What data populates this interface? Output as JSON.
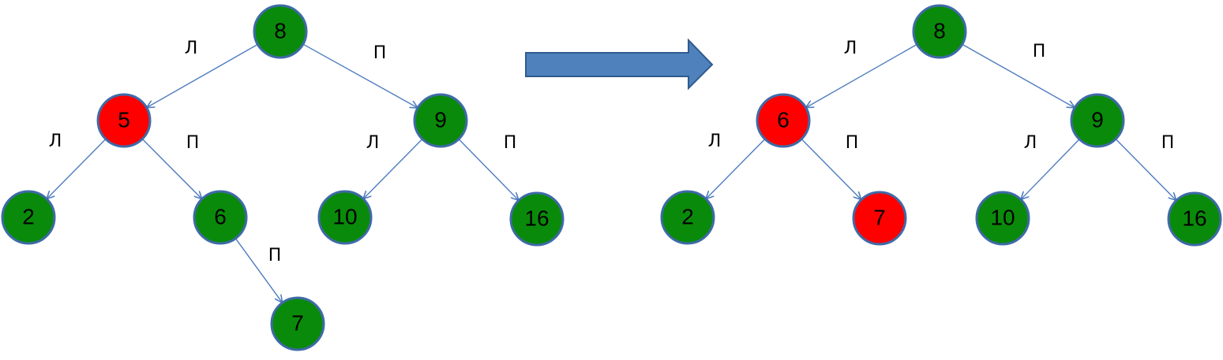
{
  "colors": {
    "normal_node": "#0A8A0A",
    "highlight_node": "#FF0000",
    "node_stroke": "#3F6AA8",
    "edge": "#4F7CBF",
    "arrow_fill": "#4F81BD",
    "arrow_stroke": "#2F5A8F"
  },
  "before_tree": {
    "root": {
      "value": "8"
    },
    "nodes": [
      {
        "id": "b8",
        "value": "8",
        "color": "normal"
      },
      {
        "id": "b5",
        "value": "5",
        "color": "highlight"
      },
      {
        "id": "b9",
        "value": "9",
        "color": "normal"
      },
      {
        "id": "b2",
        "value": "2",
        "color": "normal"
      },
      {
        "id": "b6",
        "value": "6",
        "color": "normal"
      },
      {
        "id": "b10",
        "value": "10",
        "color": "normal"
      },
      {
        "id": "b16",
        "value": "16",
        "color": "normal"
      },
      {
        "id": "b7",
        "value": "7",
        "color": "normal"
      }
    ],
    "edges": [
      {
        "from": "b8",
        "to": "b5",
        "label": "Л"
      },
      {
        "from": "b8",
        "to": "b9",
        "label": "П"
      },
      {
        "from": "b5",
        "to": "b2",
        "label": "Л"
      },
      {
        "from": "b5",
        "to": "b6",
        "label": "П"
      },
      {
        "from": "b9",
        "to": "b10",
        "label": "Л"
      },
      {
        "from": "b9",
        "to": "b16",
        "label": "П"
      },
      {
        "from": "b6",
        "to": "b7",
        "label": "П"
      }
    ]
  },
  "after_tree": {
    "nodes": [
      {
        "id": "a8",
        "value": "8",
        "color": "normal"
      },
      {
        "id": "a6",
        "value": "6",
        "color": "highlight"
      },
      {
        "id": "a9",
        "value": "9",
        "color": "normal"
      },
      {
        "id": "a2",
        "value": "2",
        "color": "normal"
      },
      {
        "id": "a7",
        "value": "7",
        "color": "highlight"
      },
      {
        "id": "a10",
        "value": "10",
        "color": "normal"
      },
      {
        "id": "a16",
        "value": "16",
        "color": "normal"
      }
    ],
    "edges": [
      {
        "from": "a8",
        "to": "a6",
        "label": "Л"
      },
      {
        "from": "a8",
        "to": "a9",
        "label": "П"
      },
      {
        "from": "a6",
        "to": "a2",
        "label": "Л"
      },
      {
        "from": "a6",
        "to": "a7",
        "label": "П"
      },
      {
        "from": "a9",
        "to": "a10",
        "label": "Л"
      },
      {
        "from": "a9",
        "to": "a16",
        "label": "П"
      }
    ]
  },
  "transition_arrow": {
    "icon": "right-arrow-icon"
  }
}
